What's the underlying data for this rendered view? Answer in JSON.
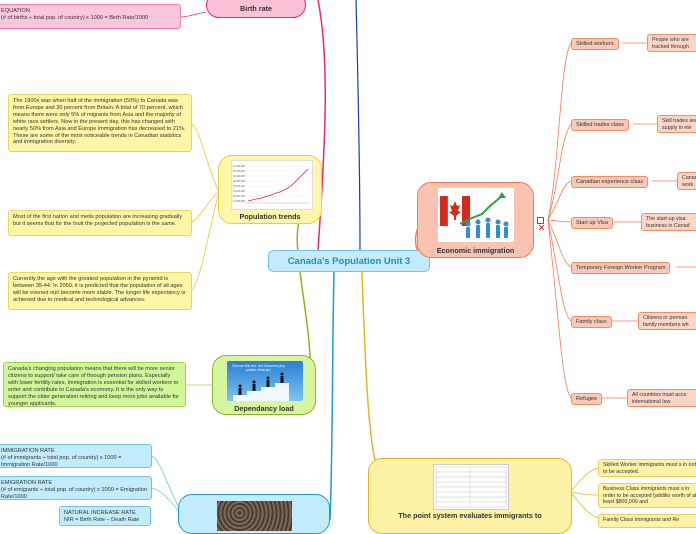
{
  "central": {
    "title": "Canada's Population Unit 3"
  },
  "birth_rate": {
    "title": "Birth rate",
    "equation": "EQUATION\n(# of births ÷ total pop. of country)  x  1000 = Birth Rate/1000"
  },
  "population_trends": {
    "title": "Population trends",
    "notes": [
      "The 1900s was when half of the immigration (50%) to Canada was from Europe and 30 percent from Britain. A total of 70 percent, which means there were only 5% of migrants from Asia and the majority of white race settlers.  Now in the present day, this has changed with nearly 50% from Asia and Europe immigration has decreased to 21%. These are some of the most noticeable trends in Canadian statistics and immigration diversity.",
      "Most of the first nation and metis population are increasing gradually but it seems that for the Inuit the projected population is the same.",
      "Currently the age with the greatest population in the pyramid is between 35-44. In 2050, it is predicted that the population of all ages will be evened out/ become more stable. The longer life expectancy is achieved due to medical and technological advances."
    ],
    "chart_y_ticks": [
      "31,000,000",
      "30,000,000",
      "29,000,000",
      "28,000,000",
      "27,000,000",
      "26,000,000",
      "25,000,000",
      "24,000,000"
    ]
  },
  "dependancy_load": {
    "title": "Dependancy load",
    "image_caption": "Remove this text: Get Outcomes (top portion of the pic)",
    "note": "Canada's changing population means that there will be more senior citizens to support/ take care of through pension plans. Especially with lower fertility rates, immigration is essential for skilled workers to enter and contribute to Canada's economy. It is the only way to support the older generation retiring and keep more jobs available for younger applicants."
  },
  "migration": {
    "notes": [
      "IMMIGRATION RATE\n(# of immigrants ÷ total pop. of country)  x  1000 = Immigration Rate/1000",
      "EMIGRATION RATE\n(# of emigrants ÷ total pop. of country)  x  1000 = Emigration Rate/1000",
      "NATURAL INCREASE RATE\nNIR = Birth Rate – Death Rate"
    ]
  },
  "economic_immigration": {
    "title": "Economic immigration",
    "classes": [
      {
        "label": "Skilled workers",
        "note": "People who are tracked through"
      },
      {
        "label": "Skilled trades class",
        "note": "Skill trades are supply in ele"
      },
      {
        "label": "Canadian experience class",
        "note": "Canad work"
      },
      {
        "label": "Start up Visa",
        "note": "The start-up visa business in Canad"
      },
      {
        "label": "Temporary Foreign Worker Program",
        "note": ""
      },
      {
        "label": "Family class",
        "note": "Citizens or perman family members wh"
      },
      {
        "label": "Refugee",
        "note": "All countries must acce international law."
      }
    ]
  },
  "points_system": {
    "title": "The point system evaluates immigrants to",
    "notes": [
      "Skilled Worker immigrants must s in order to be accepted.",
      "Business Class immigrants must s in order to be accepted (additio worth of at least $800,000 and",
      "Family Class immigrants and Re"
    ]
  },
  "colors": {
    "pink": "#e8287a",
    "olive": "#8fb51a",
    "blue": "#1e9ad6",
    "salmon": "#ef7f5a",
    "gold": "#e6b620",
    "navy": "#1b3fa6"
  }
}
